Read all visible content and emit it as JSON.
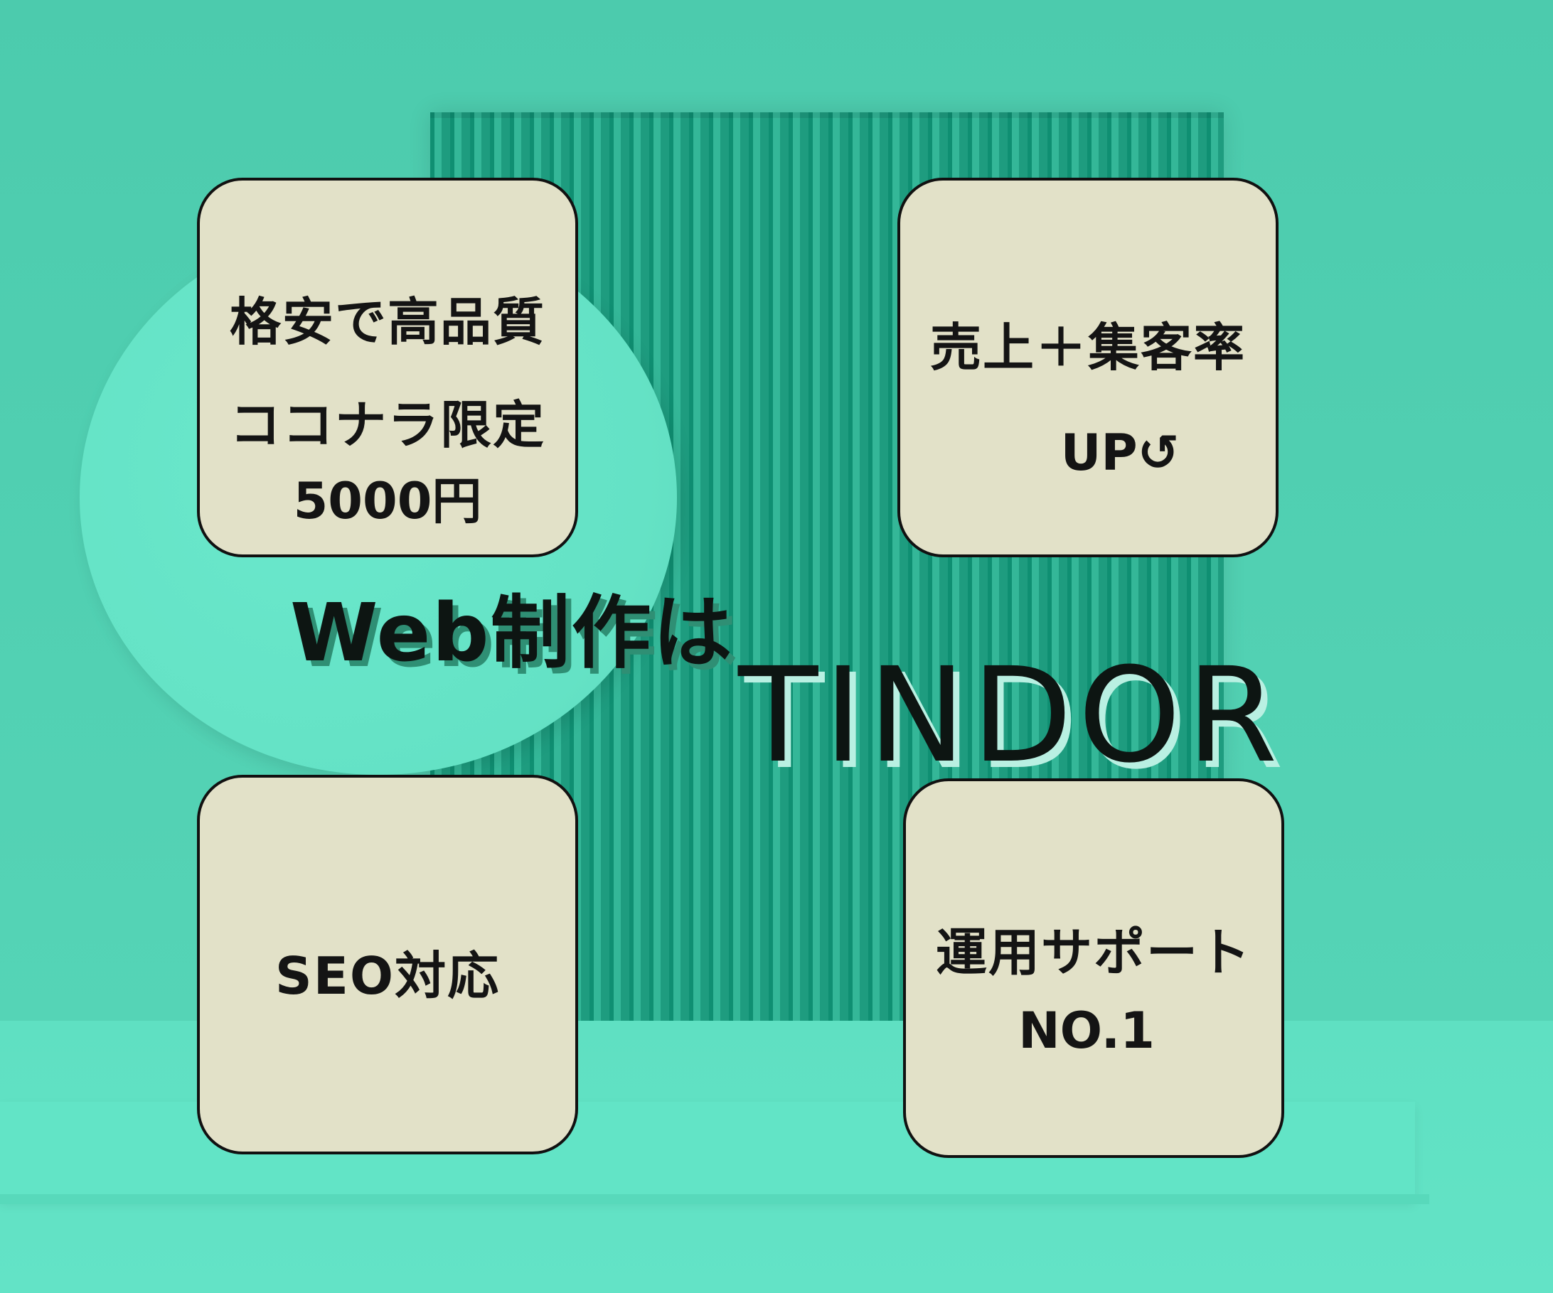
{
  "colors": {
    "wall": "#4dcdb0",
    "floor": "#62e4c6",
    "panel_slats": "#1e9c7f",
    "circle": "#64e2c5",
    "card_fill": "#e2e1c8",
    "card_border": "#111111",
    "text": "#141414",
    "brand_shadow": "#b9f0e2"
  },
  "cards": {
    "top_left": {
      "line1": "格安で高品質",
      "line2": "ココナラ限定",
      "line3": "5000円"
    },
    "top_right": {
      "line1": "売上＋集客率",
      "line2": "UP↺"
    },
    "bottom_left": {
      "line1": "SEO対応"
    },
    "bottom_right": {
      "line1": "運用サポート",
      "line2": "NO.1"
    }
  },
  "headline": {
    "web": "Web制作は",
    "brand": "TINDOR"
  }
}
